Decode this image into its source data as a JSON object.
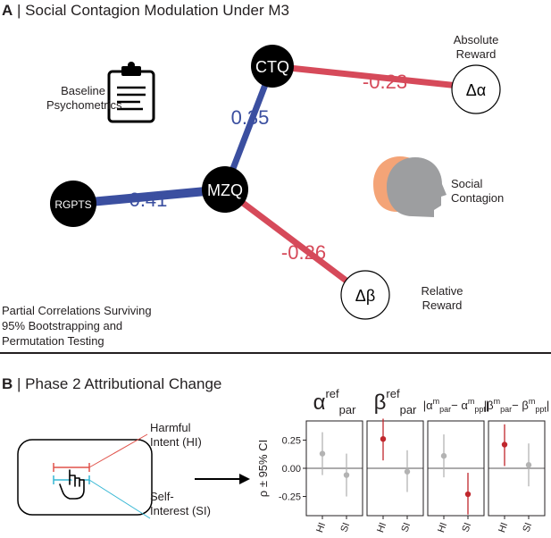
{
  "panel_a": {
    "letter": "A",
    "title": "Social Contagion Modulation Under M3",
    "baseline_label": [
      "Baseline",
      "Psychometrics"
    ],
    "nodes": {
      "ctq": "CTQ",
      "mzq": "MZQ",
      "rgpts": "RGPTS",
      "delta_alpha": "Δα",
      "delta_beta": "Δβ"
    },
    "edges": {
      "ctq_alpha": "-0.23",
      "ctq_mzq": "0.35",
      "rgpts_mzq": "0.41",
      "mzq_beta": "-0.26"
    },
    "absolute_reward": [
      "Absolute",
      "Reward"
    ],
    "relative_reward": [
      "Relative",
      "Reward"
    ],
    "social_contagion": [
      "Social",
      "Contagion"
    ],
    "footnote": [
      "Partial Correlations Surviving",
      "95% Bootstrapping and",
      "Permutation Testing"
    ],
    "colors": {
      "positive": "#3b4fa0",
      "negative": "#d64a5a",
      "node": "#000000"
    }
  },
  "panel_b": {
    "letter": "B",
    "title": "Phase 2 Attributional Change",
    "hi_label": [
      "Harmful",
      "Intent (HI)"
    ],
    "si_label": [
      "Self-",
      "Interest (SI)"
    ],
    "colors": {
      "hi": "#e0524a",
      "si": "#36b7d4",
      "significant": "#c0272d",
      "nonsignificant": "#b3b3b3"
    }
  },
  "chart_data": {
    "type": "scatter",
    "ylabel": "ρ ± 95% CI",
    "ylim": [
      -0.42,
      0.42
    ],
    "yticks": [
      "0.25",
      "0.00",
      "-0.25"
    ],
    "ytick_values": [
      0.25,
      0.0,
      -0.25
    ],
    "categories": [
      "HI",
      "SI"
    ],
    "facets": [
      {
        "title": "α",
        "sup": "ref",
        "sub": "par",
        "points": [
          {
            "x": "HI",
            "y": 0.13,
            "lo": -0.06,
            "hi": 0.32,
            "significant": false
          },
          {
            "x": "SI",
            "y": -0.06,
            "lo": -0.25,
            "hi": 0.13,
            "significant": false
          }
        ]
      },
      {
        "title": "β",
        "sup": "ref",
        "sub": "par",
        "points": [
          {
            "x": "HI",
            "y": 0.26,
            "lo": 0.07,
            "hi": 0.44,
            "significant": true
          },
          {
            "x": "SI",
            "y": -0.03,
            "lo": -0.21,
            "hi": 0.16,
            "significant": false
          }
        ]
      },
      {
        "title": "|α",
        "sup": "m",
        "sub": "par",
        "title2": "− α",
        "sup2": "m",
        "sub2": "ppt",
        "close": "|",
        "points": [
          {
            "x": "HI",
            "y": 0.11,
            "lo": -0.08,
            "hi": 0.3,
            "significant": false
          },
          {
            "x": "SI",
            "y": -0.23,
            "lo": -0.41,
            "hi": -0.04,
            "significant": true
          }
        ]
      },
      {
        "title": "|β",
        "sup": "m",
        "sub": "par",
        "title2": "− β",
        "sup2": "m",
        "sub2": "ppt",
        "close": "|",
        "points": [
          {
            "x": "HI",
            "y": 0.21,
            "lo": 0.02,
            "hi": 0.39,
            "significant": true
          },
          {
            "x": "SI",
            "y": 0.03,
            "lo": -0.16,
            "hi": 0.22,
            "significant": false
          }
        ]
      }
    ]
  }
}
